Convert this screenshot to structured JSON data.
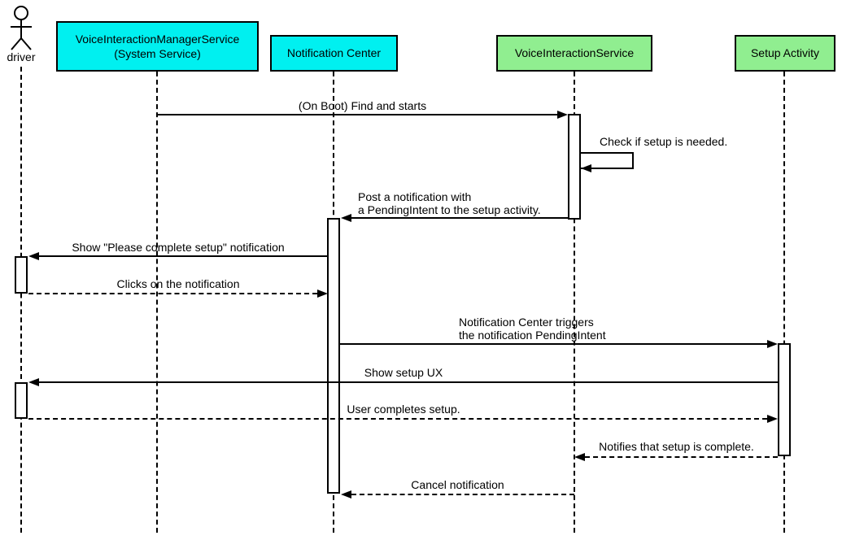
{
  "diagram_type": "uml-sequence-diagram",
  "participants": [
    {
      "id": "driver",
      "type": "actor",
      "label": "driver"
    },
    {
      "id": "voice-interaction-manager-service",
      "type": "component",
      "label_line1": "VoiceInteractionManagerService",
      "label_line2": "(System Service)",
      "fill": "#00F0F0"
    },
    {
      "id": "notification-center",
      "type": "component",
      "label": "Notification Center",
      "fill": "#00F0F0"
    },
    {
      "id": "voice-interaction-service",
      "type": "component",
      "label": "VoiceInteractionService",
      "fill": "#90EE90"
    },
    {
      "id": "setup-activity",
      "type": "component",
      "label": "Setup Activity",
      "fill": "#90EE90"
    }
  ],
  "messages": [
    {
      "from": "voice-interaction-manager-service",
      "to": "voice-interaction-service",
      "style": "solid",
      "label": "(On Boot) Find and starts"
    },
    {
      "from": "voice-interaction-service",
      "to": "voice-interaction-service",
      "style": "solid",
      "self_message": true,
      "label": "Check if setup is needed."
    },
    {
      "from": "voice-interaction-service",
      "to": "notification-center",
      "style": "solid",
      "label_line1": "Post a notification with",
      "label_line2": "a PendingIntent to the setup activity."
    },
    {
      "from": "notification-center",
      "to": "driver",
      "style": "solid",
      "label": "Show \"Please complete setup\" notification"
    },
    {
      "from": "driver",
      "to": "notification-center",
      "style": "dashed",
      "label": "Clicks on the notification"
    },
    {
      "from": "notification-center",
      "to": "setup-activity",
      "style": "solid",
      "label_line1": "Notification Center triggers",
      "label_line2": "the notification PendingIntent"
    },
    {
      "from": "setup-activity",
      "to": "driver",
      "style": "solid",
      "label": "Show setup UX"
    },
    {
      "from": "driver",
      "to": "setup-activity",
      "style": "dashed",
      "label": "User completes setup."
    },
    {
      "from": "setup-activity",
      "to": "voice-interaction-service",
      "style": "dashed",
      "label": "Notifies that setup is complete."
    },
    {
      "from": "voice-interaction-service",
      "to": "notification-center",
      "style": "dashed",
      "label": "Cancel notification"
    }
  ],
  "colors": {
    "cyan_header": "#00F0F0",
    "green_header": "#90EE90",
    "line": "#000000",
    "background": "#FFFFFF"
  }
}
